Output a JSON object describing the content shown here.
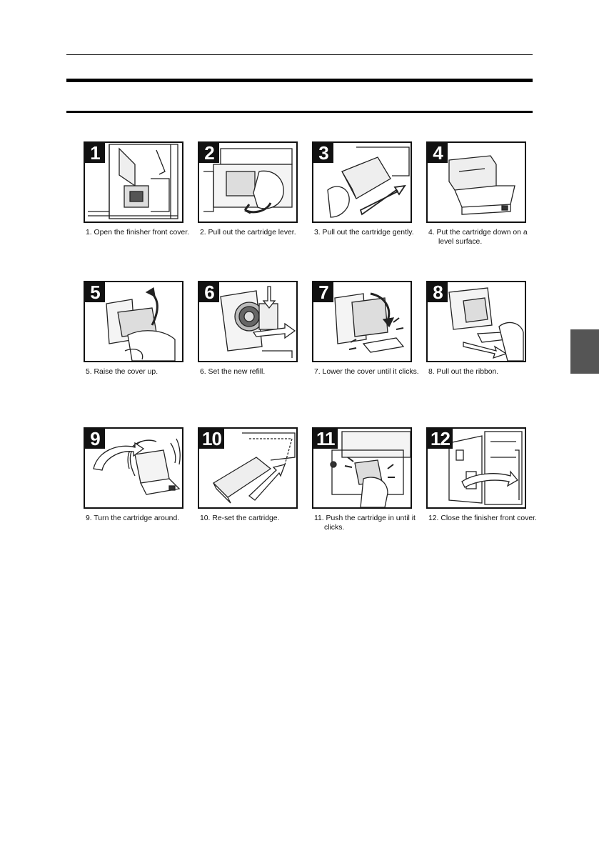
{
  "header": {
    "title": ""
  },
  "side_tab": {
    "label": ""
  },
  "steps": [
    {
      "number": "1",
      "caption": "1. Open the finisher front cover.",
      "illustration": "finisher-front-cover-icon"
    },
    {
      "number": "2",
      "caption": "2. Pull out the cartridge lever.",
      "illustration": "cartridge-lever-icon"
    },
    {
      "number": "3",
      "caption": "3. Pull out the cartridge gently.",
      "illustration": "pull-cartridge-icon"
    },
    {
      "number": "4",
      "caption": "4. Put the cartridge down on a level surface.",
      "illustration": "cartridge-on-surface-icon"
    },
    {
      "number": "5",
      "caption": "5. Raise the cover up.",
      "illustration": "raise-cover-icon"
    },
    {
      "number": "6",
      "caption": "6. Set the new refill.",
      "illustration": "set-refill-icon"
    },
    {
      "number": "7",
      "caption": "7. Lower the cover until it clicks.",
      "illustration": "lower-cover-icon"
    },
    {
      "number": "8",
      "caption": "8. Pull out the ribbon.",
      "illustration": "pull-ribbon-icon"
    },
    {
      "number": "9",
      "caption": "9. Turn the cartridge around.",
      "illustration": "turn-cartridge-icon"
    },
    {
      "number": "10",
      "caption": "10. Re-set the cartridge.",
      "illustration": "reset-cartridge-icon"
    },
    {
      "number": "11",
      "caption": "11. Push the cartridge in until it clicks.",
      "illustration": "push-cartridge-icon"
    },
    {
      "number": "12",
      "caption": "12. Close the finisher front cover.",
      "illustration": "close-cover-icon"
    }
  ]
}
